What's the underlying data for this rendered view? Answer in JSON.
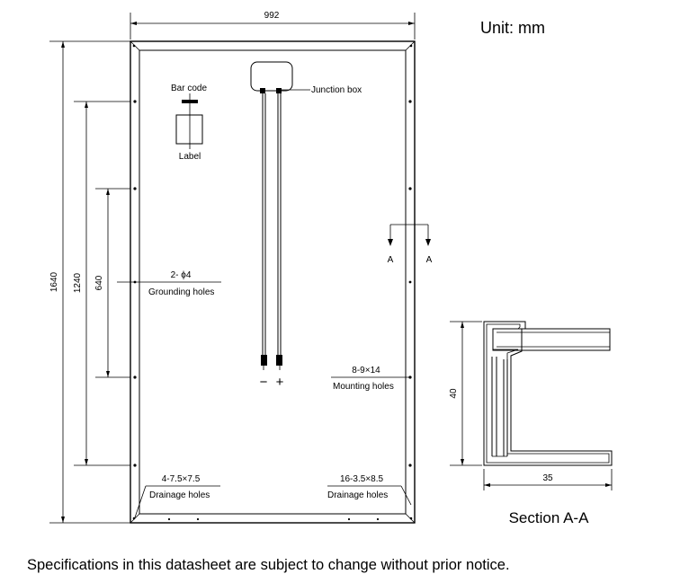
{
  "unit_label": "Unit: mm",
  "dims": {
    "width": "992",
    "height": "1640",
    "mid_height": "1240",
    "inner_height": "640",
    "section_height": "40",
    "section_width": "35"
  },
  "labels": {
    "bar_code": "Bar code",
    "label": "Label",
    "junction_box": "Junction box",
    "grounding_spec": "2- ϕ4",
    "grounding_holes": "Grounding holes",
    "mounting_spec": "8-9×14",
    "mounting_holes": "Mounting holes",
    "drainage_left_spec": "4-7.5×7.5",
    "drainage_left": "Drainage holes",
    "drainage_right_spec": "16-3.5×8.5",
    "drainage_right": "Drainage holes",
    "cable_minus": "−",
    "cable_plus": "+",
    "section_marker_left": "A",
    "section_marker_right": "A",
    "section_title": "Section A-A"
  },
  "footer": "Specifications in this datasheet are subject to change without prior notice."
}
